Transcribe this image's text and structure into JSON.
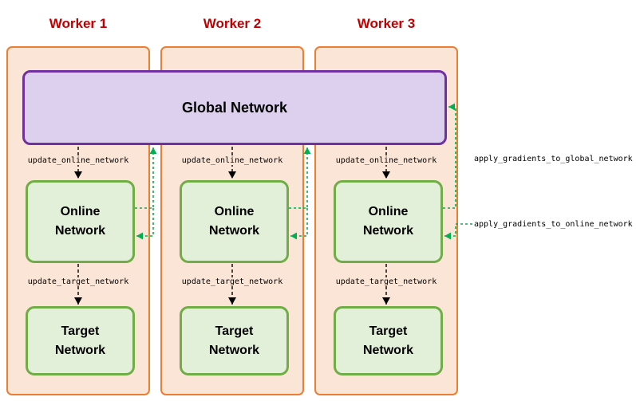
{
  "colors": {
    "worker_fill": "#FBE5D6",
    "worker_border": "#ED7D31",
    "worker_title": "#C00000",
    "global_fill": "#DDD0EE",
    "global_border": "#7030A0",
    "network_fill": "#E2F0D9",
    "network_border": "#70AD47",
    "gradient_arrow_green": "#00B050",
    "update_arrow_black": "#000000"
  },
  "global_network": {
    "label": "Global Network"
  },
  "workers": [
    {
      "title": "Worker 1",
      "online_label": "Online\nNetwork",
      "target_label": "Target\nNetwork",
      "update_online_arrow_label": "update_online_network",
      "update_target_arrow_label": "update_target_network"
    },
    {
      "title": "Worker 2",
      "online_label": "Online\nNetwork",
      "target_label": "Target\nNetwork",
      "update_online_arrow_label": "update_online_network",
      "update_target_arrow_label": "update_target_network"
    },
    {
      "title": "Worker 3",
      "online_label": "Online\nNetwork",
      "target_label": "Target\nNetwork",
      "update_online_arrow_label": "update_online_network",
      "update_target_arrow_label": "update_target_network"
    }
  ],
  "side_labels": {
    "apply_to_global": "apply_gradients_to_global_network",
    "apply_to_online": "apply_gradients_to_online_network"
  }
}
